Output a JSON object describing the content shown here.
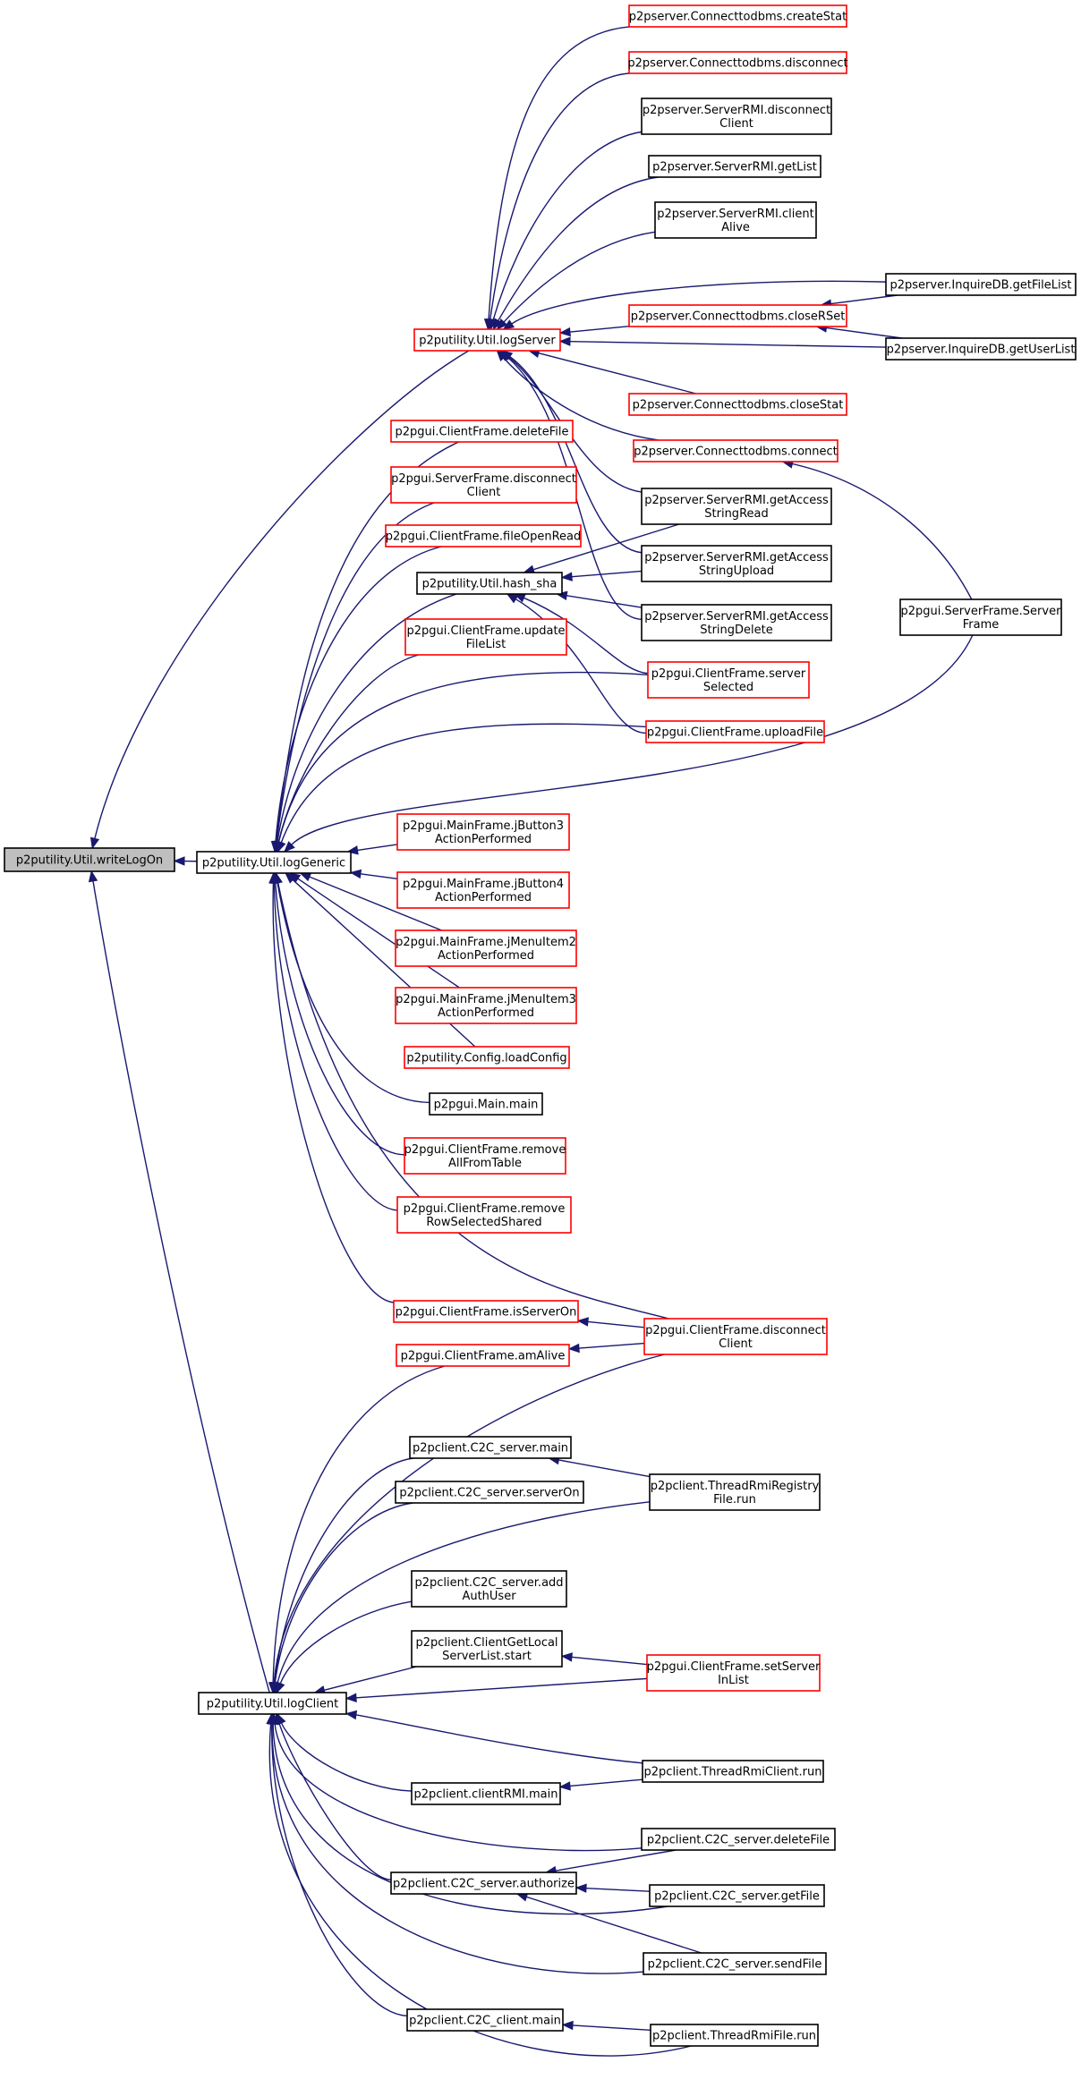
{
  "colors": {
    "edge": "#191970",
    "red_border": "#ff0000",
    "black_border": "#000000",
    "root_fill": "#bfbfbf"
  },
  "nodes": [
    {
      "id": "writeLogOn",
      "lines": [
        "p2putility.Util.writeLogOn"
      ],
      "style": "root"
    },
    {
      "id": "logServer",
      "lines": [
        "p2putility.Util.logServer"
      ],
      "style": "red"
    },
    {
      "id": "logGeneric",
      "lines": [
        "p2putility.Util.logGeneric"
      ],
      "style": "black"
    },
    {
      "id": "logClient",
      "lines": [
        "p2putility.Util.logClient"
      ],
      "style": "black"
    },
    {
      "id": "createStat",
      "lines": [
        "p2pserver.Connecttodbms.createStat"
      ],
      "style": "red"
    },
    {
      "id": "dbDisconnect",
      "lines": [
        "p2pserver.Connecttodbms.disconnect"
      ],
      "style": "red"
    },
    {
      "id": "rmiDisconnectClient",
      "lines": [
        "p2pserver.ServerRMI.disconnect",
        "Client"
      ],
      "style": "black"
    },
    {
      "id": "rmiGetList",
      "lines": [
        "p2pserver.ServerRMI.getList"
      ],
      "style": "black"
    },
    {
      "id": "rmiClientAlive",
      "lines": [
        "p2pserver.ServerRMI.client",
        "Alive"
      ],
      "style": "black"
    },
    {
      "id": "getFileList",
      "lines": [
        "p2pserver.InquireDB.getFileList"
      ],
      "style": "black"
    },
    {
      "id": "closeRSet",
      "lines": [
        "p2pserver.Connecttodbms.closeRSet"
      ],
      "style": "red"
    },
    {
      "id": "getUserList",
      "lines": [
        "p2pserver.InquireDB.getUserList"
      ],
      "style": "black"
    },
    {
      "id": "closeStat",
      "lines": [
        "p2pserver.Connecttodbms.closeStat"
      ],
      "style": "red"
    },
    {
      "id": "dbConnect",
      "lines": [
        "p2pserver.Connecttodbms.connect"
      ],
      "style": "red"
    },
    {
      "id": "accessRead",
      "lines": [
        "p2pserver.ServerRMI.getAccess",
        "StringRead"
      ],
      "style": "black"
    },
    {
      "id": "accessUpload",
      "lines": [
        "p2pserver.ServerRMI.getAccess",
        "StringUpload"
      ],
      "style": "black"
    },
    {
      "id": "accessDelete",
      "lines": [
        "p2pserver.ServerRMI.getAccess",
        "StringDelete"
      ],
      "style": "black"
    },
    {
      "id": "serverFrame",
      "lines": [
        "p2pgui.ServerFrame.Server",
        "Frame"
      ],
      "style": "black"
    },
    {
      "id": "deleteFile",
      "lines": [
        "p2pgui.ClientFrame.deleteFile"
      ],
      "style": "red"
    },
    {
      "id": "sfDisconnectClient",
      "lines": [
        "p2pgui.ServerFrame.disconnect",
        "Client"
      ],
      "style": "red"
    },
    {
      "id": "fileOpenRead",
      "lines": [
        "p2pgui.ClientFrame.fileOpenRead"
      ],
      "style": "red"
    },
    {
      "id": "hashSha",
      "lines": [
        "p2putility.Util.hash_sha"
      ],
      "style": "black"
    },
    {
      "id": "updateFileList",
      "lines": [
        "p2pgui.ClientFrame.update",
        "FileList"
      ],
      "style": "red"
    },
    {
      "id": "serverSelected",
      "lines": [
        "p2pgui.ClientFrame.server",
        "Selected"
      ],
      "style": "red"
    },
    {
      "id": "uploadFile",
      "lines": [
        "p2pgui.ClientFrame.uploadFile"
      ],
      "style": "red"
    },
    {
      "id": "jButton3",
      "lines": [
        "p2pgui.MainFrame.jButton3",
        "ActionPerformed"
      ],
      "style": "red"
    },
    {
      "id": "jButton4",
      "lines": [
        "p2pgui.MainFrame.jButton4",
        "ActionPerformed"
      ],
      "style": "red"
    },
    {
      "id": "jMenuItem2",
      "lines": [
        "p2pgui.MainFrame.jMenuItem2",
        "ActionPerformed"
      ],
      "style": "red"
    },
    {
      "id": "jMenuItem3",
      "lines": [
        "p2pgui.MainFrame.jMenuItem3",
        "ActionPerformed"
      ],
      "style": "red"
    },
    {
      "id": "loadConfig",
      "lines": [
        "p2putility.Config.loadConfig"
      ],
      "style": "red"
    },
    {
      "id": "guiMain",
      "lines": [
        "p2pgui.Main.main"
      ],
      "style": "black"
    },
    {
      "id": "removeAll",
      "lines": [
        "p2pgui.ClientFrame.remove",
        "AllFromTable"
      ],
      "style": "red"
    },
    {
      "id": "removeRow",
      "lines": [
        "p2pgui.ClientFrame.remove",
        "RowSelectedShared"
      ],
      "style": "red"
    },
    {
      "id": "isServerOn",
      "lines": [
        "p2pgui.ClientFrame.isServerOn"
      ],
      "style": "red"
    },
    {
      "id": "cfDisconnectClient",
      "lines": [
        "p2pgui.ClientFrame.disconnect",
        "Client"
      ],
      "style": "red"
    },
    {
      "id": "amAlive",
      "lines": [
        "p2pgui.ClientFrame.amAlive"
      ],
      "style": "red"
    },
    {
      "id": "c2cServerMain",
      "lines": [
        "p2pclient.C2C_server.main"
      ],
      "style": "black"
    },
    {
      "id": "rmiRegistryFile",
      "lines": [
        "p2pclient.ThreadRmiRegistry",
        "File.run"
      ],
      "style": "black"
    },
    {
      "id": "serverOn",
      "lines": [
        "p2pclient.C2C_server.serverOn"
      ],
      "style": "black"
    },
    {
      "id": "addAuthUser",
      "lines": [
        "p2pclient.C2C_server.add",
        "AuthUser"
      ],
      "style": "black"
    },
    {
      "id": "localServerList",
      "lines": [
        "p2pclient.ClientGetLocal",
        "ServerList.start"
      ],
      "style": "black"
    },
    {
      "id": "setServerInList",
      "lines": [
        "p2pgui.ClientFrame.setServer",
        "InList"
      ],
      "style": "red"
    },
    {
      "id": "threadRmiClient",
      "lines": [
        "p2pclient.ThreadRmiClient.run"
      ],
      "style": "black"
    },
    {
      "id": "clientRmiMain",
      "lines": [
        "p2pclient.clientRMI.main"
      ],
      "style": "black"
    },
    {
      "id": "c2cDeleteFile",
      "lines": [
        "p2pclient.C2C_server.deleteFile"
      ],
      "style": "black"
    },
    {
      "id": "authorize",
      "lines": [
        "p2pclient.C2C_server.authorize"
      ],
      "style": "black"
    },
    {
      "id": "c2cGetFile",
      "lines": [
        "p2pclient.C2C_server.getFile"
      ],
      "style": "black"
    },
    {
      "id": "c2cSendFile",
      "lines": [
        "p2pclient.C2C_server.sendFile"
      ],
      "style": "black"
    },
    {
      "id": "c2cClientMain",
      "lines": [
        "p2pclient.C2C_client.main"
      ],
      "style": "black"
    },
    {
      "id": "threadRmiFile",
      "lines": [
        "p2pclient.ThreadRmiFile.run"
      ],
      "style": "black"
    }
  ],
  "edges": [
    {
      "from": "logServer",
      "to": "writeLogOn"
    },
    {
      "from": "logGeneric",
      "to": "writeLogOn"
    },
    {
      "from": "logClient",
      "to": "writeLogOn"
    },
    {
      "from": "createStat",
      "to": "logServer"
    },
    {
      "from": "dbDisconnect",
      "to": "logServer"
    },
    {
      "from": "rmiDisconnectClient",
      "to": "logServer"
    },
    {
      "from": "rmiGetList",
      "to": "logServer"
    },
    {
      "from": "rmiClientAlive",
      "to": "logServer"
    },
    {
      "from": "getFileList",
      "to": "logServer"
    },
    {
      "from": "closeRSet",
      "to": "logServer"
    },
    {
      "from": "getUserList",
      "to": "logServer"
    },
    {
      "from": "closeStat",
      "to": "logServer"
    },
    {
      "from": "dbConnect",
      "to": "logServer"
    },
    {
      "from": "accessRead",
      "to": "logServer"
    },
    {
      "from": "accessUpload",
      "to": "logServer"
    },
    {
      "from": "accessDelete",
      "to": "logServer"
    },
    {
      "from": "getFileList",
      "to": "closeRSet"
    },
    {
      "from": "getUserList",
      "to": "closeRSet"
    },
    {
      "from": "serverFrame",
      "to": "dbConnect"
    },
    {
      "from": "accessRead",
      "to": "hashSha"
    },
    {
      "from": "accessUpload",
      "to": "hashSha"
    },
    {
      "from": "accessDelete",
      "to": "hashSha"
    },
    {
      "from": "serverSelected",
      "to": "hashSha"
    },
    {
      "from": "uploadFile",
      "to": "hashSha"
    },
    {
      "from": "deleteFile",
      "to": "logGeneric"
    },
    {
      "from": "sfDisconnectClient",
      "to": "logGeneric"
    },
    {
      "from": "fileOpenRead",
      "to": "logGeneric"
    },
    {
      "from": "hashSha",
      "to": "logGeneric"
    },
    {
      "from": "updateFileList",
      "to": "logGeneric"
    },
    {
      "from": "serverSelected",
      "to": "logGeneric"
    },
    {
      "from": "uploadFile",
      "to": "logGeneric"
    },
    {
      "from": "serverFrame",
      "to": "logGeneric"
    },
    {
      "from": "jButton3",
      "to": "logGeneric"
    },
    {
      "from": "jButton4",
      "to": "logGeneric"
    },
    {
      "from": "jMenuItem2",
      "to": "logGeneric"
    },
    {
      "from": "jMenuItem3",
      "to": "logGeneric"
    },
    {
      "from": "loadConfig",
      "to": "logGeneric"
    },
    {
      "from": "guiMain",
      "to": "logGeneric"
    },
    {
      "from": "removeAll",
      "to": "logGeneric"
    },
    {
      "from": "removeRow",
      "to": "logGeneric"
    },
    {
      "from": "isServerOn",
      "to": "logGeneric"
    },
    {
      "from": "cfDisconnectClient",
      "to": "logGeneric"
    },
    {
      "from": "cfDisconnectClient",
      "to": "isServerOn"
    },
    {
      "from": "cfDisconnectClient",
      "to": "amAlive"
    },
    {
      "from": "amAlive",
      "to": "logClient"
    },
    {
      "from": "cfDisconnectClient",
      "to": "logClient"
    },
    {
      "from": "c2cServerMain",
      "to": "logClient"
    },
    {
      "from": "rmiRegistryFile",
      "to": "c2cServerMain"
    },
    {
      "from": "serverOn",
      "to": "logClient"
    },
    {
      "from": "rmiRegistryFile",
      "to": "logClient"
    },
    {
      "from": "addAuthUser",
      "to": "logClient"
    },
    {
      "from": "localServerList",
      "to": "logClient"
    },
    {
      "from": "setServerInList",
      "to": "localServerList"
    },
    {
      "from": "setServerInList",
      "to": "logClient"
    },
    {
      "from": "threadRmiClient",
      "to": "logClient"
    },
    {
      "from": "clientRmiMain",
      "to": "logClient"
    },
    {
      "from": "threadRmiClient",
      "to": "clientRmiMain"
    },
    {
      "from": "c2cDeleteFile",
      "to": "logClient"
    },
    {
      "from": "authorize",
      "to": "logClient"
    },
    {
      "from": "c2cDeleteFile",
      "to": "authorize"
    },
    {
      "from": "c2cGetFile",
      "to": "authorize"
    },
    {
      "from": "c2cSendFile",
      "to": "authorize"
    },
    {
      "from": "c2cGetFile",
      "to": "logClient"
    },
    {
      "from": "c2cSendFile",
      "to": "logClient"
    },
    {
      "from": "c2cClientMain",
      "to": "logClient"
    },
    {
      "from": "threadRmiFile",
      "to": "c2cClientMain"
    },
    {
      "from": "threadRmiFile",
      "to": "logClient"
    }
  ]
}
